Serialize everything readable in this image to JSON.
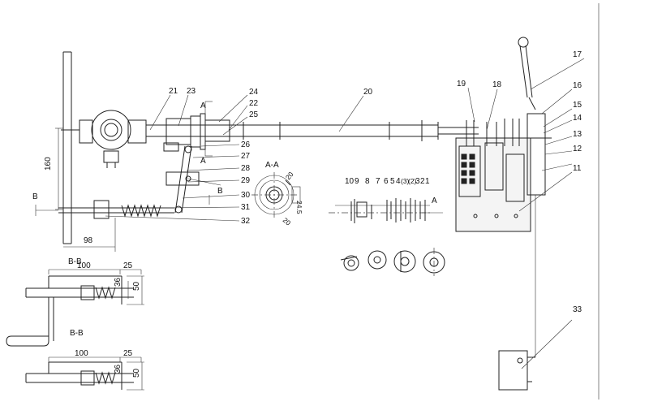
{
  "callouts": [
    "1",
    "2",
    "3",
    "4",
    "5",
    "6",
    "7",
    "8",
    "9",
    "10",
    "11",
    "12",
    "13",
    "14",
    "15",
    "16",
    "17",
    "18",
    "19",
    "20",
    "21",
    "22",
    "23",
    "24",
    "25",
    "26",
    "27",
    "28",
    "29",
    "30",
    "31",
    "32",
    "33"
  ],
  "callout_top": {
    "c21": "21",
    "c23": "23",
    "c24": "24",
    "c22": "22",
    "c25": "25",
    "c20": "20",
    "c19": "19",
    "c18": "18",
    "c17": "17",
    "c16": "16",
    "c15": "15",
    "c14": "14",
    "c13": "13",
    "c12": "12",
    "c11": "11"
  },
  "callout_left": {
    "c26": "26",
    "c27": "27",
    "c28": "28",
    "c29": "29",
    "c30": "30",
    "c31": "31",
    "c32": "32"
  },
  "callout_row": {
    "c10": "10",
    "c9": "9",
    "c8": "8",
    "c7": "7",
    "c6": "6",
    "c5": "5",
    "c4": "4",
    "c3": "(3)",
    "c2": "(2)",
    "c321": "3",
    "c32b": "2",
    "c1": "1"
  },
  "callout_33": "33",
  "sections": {
    "aa_title": "A-A",
    "aa_marker": "A",
    "b_marker": "B",
    "bb1_title": "B-B",
    "bb2_title": "B-B"
  },
  "dimensions": {
    "d160": "160",
    "d98": "98",
    "bb1_100": "100",
    "bb1_25": "25",
    "bb1_36": "36",
    "bb1_50": "50",
    "bb2_100": "100",
    "bb2_25": "25",
    "bb2_36": "36",
    "bb2_50": "50",
    "aa_20a": "20",
    "aa_20b": "20",
    "aa_side": "24.5"
  }
}
